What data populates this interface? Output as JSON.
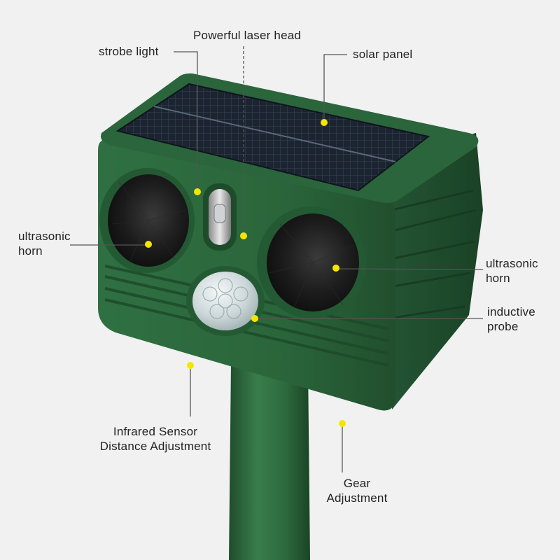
{
  "labels": {
    "strobe_light": "strobe light",
    "laser_head": "Powerful laser head",
    "solar_panel": "solar panel",
    "horn_left": {
      "line1": "ultrasonic",
      "line2": "horn"
    },
    "horn_right": {
      "line1": "ultrasonic",
      "line2": "horn"
    },
    "inductive_probe": {
      "line1": "inductive",
      "line2": "probe"
    },
    "infrared_sensor": {
      "line1": "Infrared Sensor",
      "line2": "Distance Adjustment"
    },
    "gear_adjustment": {
      "line1": "Gear",
      "line2": "Adjustment"
    }
  },
  "colors": {
    "background": "#f1f1f1",
    "housing_green": "#2e6b3f",
    "marker_yellow": "#f5e600",
    "callout_line": "#555555"
  }
}
